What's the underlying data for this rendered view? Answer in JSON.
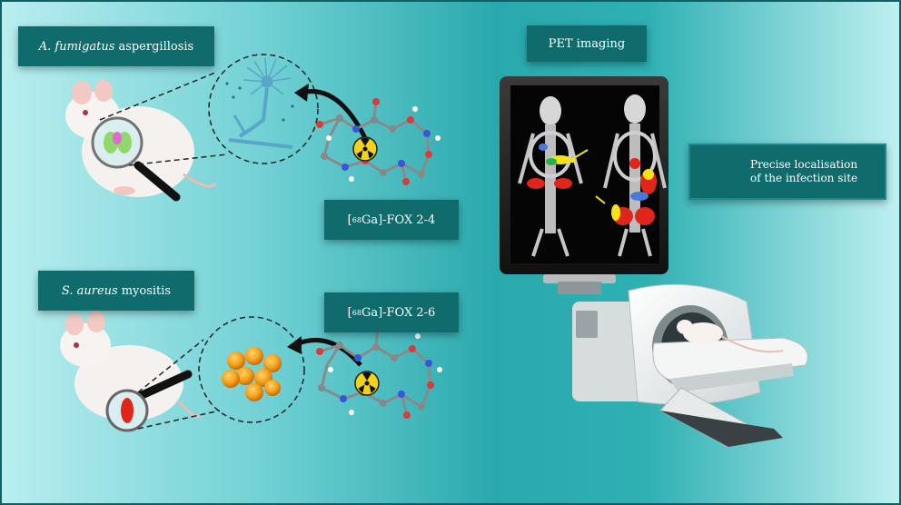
{
  "labels": {
    "aspergillosis": {
      "italic": "A. fumigatus",
      "text": "aspergillosis"
    },
    "myositis": {
      "italic": "S. aureus",
      "text": "myositis"
    },
    "fox24": {
      "pre": "[",
      "sup": "68",
      "post": "Ga]-FOX 2-4"
    },
    "fox26": {
      "pre": "[",
      "sup": "68",
      "post": "Ga]-FOX 2-6"
    },
    "pet": "PET imaging",
    "localisation_line1": "Precise localisation",
    "localisation_line2": "of the infection site"
  },
  "colors": {
    "label_bg": "#0f6b6c",
    "hotspot_red": "#e0261b",
    "hotspot_yellow": "#f4e21b",
    "radiation_yellow": "#f3d21a"
  },
  "icons": [
    "mouse-icon",
    "magnifier-icon",
    "fungus-icon",
    "bacteria-icon",
    "molecule-icon",
    "radiation-icon",
    "target-icon",
    "arrow-icon",
    "pet-scanner-icon"
  ]
}
